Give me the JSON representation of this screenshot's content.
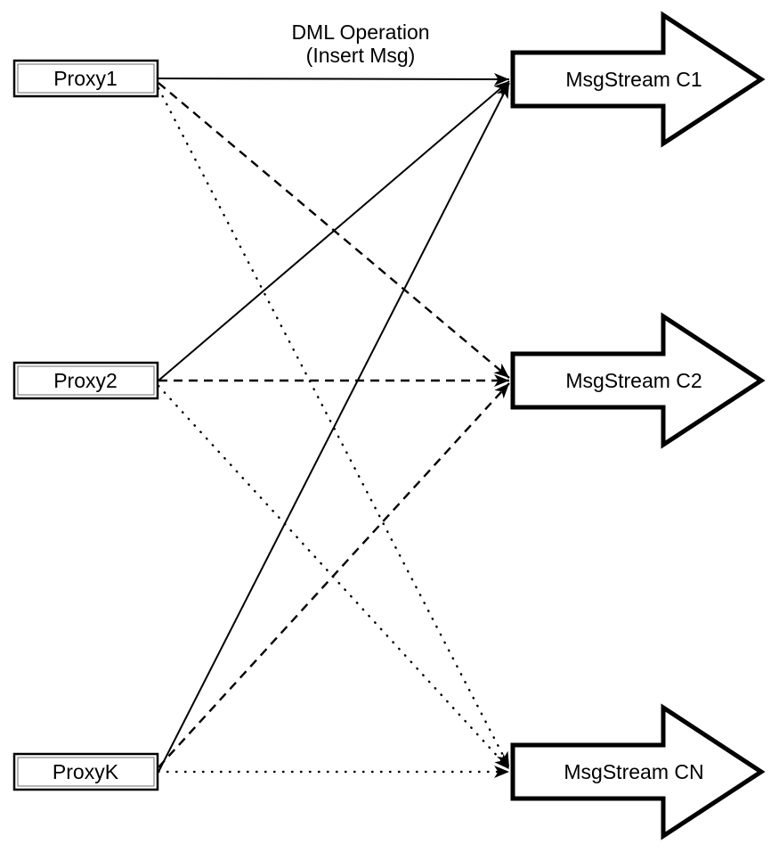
{
  "diagram": {
    "colors": {
      "background": "#ffffff",
      "stroke": "#000000",
      "fill": "#ffffff"
    },
    "annotation": {
      "line1": "DML Operation",
      "line2": "(Insert Msg)"
    },
    "proxies": [
      {
        "label": "Proxy1"
      },
      {
        "label": "Proxy2"
      },
      {
        "label": "ProxyK"
      }
    ],
    "streams": [
      {
        "label": "MsgStream C1"
      },
      {
        "label": "MsgStream C2"
      },
      {
        "label": "MsgStream CN"
      }
    ],
    "edges": [
      {
        "from": "Proxy1",
        "to": "MsgStream C1",
        "style": "solid"
      },
      {
        "from": "Proxy2",
        "to": "MsgStream C1",
        "style": "solid"
      },
      {
        "from": "ProxyK",
        "to": "MsgStream C1",
        "style": "solid"
      },
      {
        "from": "Proxy1",
        "to": "MsgStream C2",
        "style": "dashed"
      },
      {
        "from": "Proxy2",
        "to": "MsgStream C2",
        "style": "dashed"
      },
      {
        "from": "ProxyK",
        "to": "MsgStream C2",
        "style": "dashed"
      },
      {
        "from": "Proxy1",
        "to": "MsgStream CN",
        "style": "dotted"
      },
      {
        "from": "Proxy2",
        "to": "MsgStream CN",
        "style": "dotted"
      },
      {
        "from": "ProxyK",
        "to": "MsgStream CN",
        "style": "dotted"
      }
    ]
  }
}
